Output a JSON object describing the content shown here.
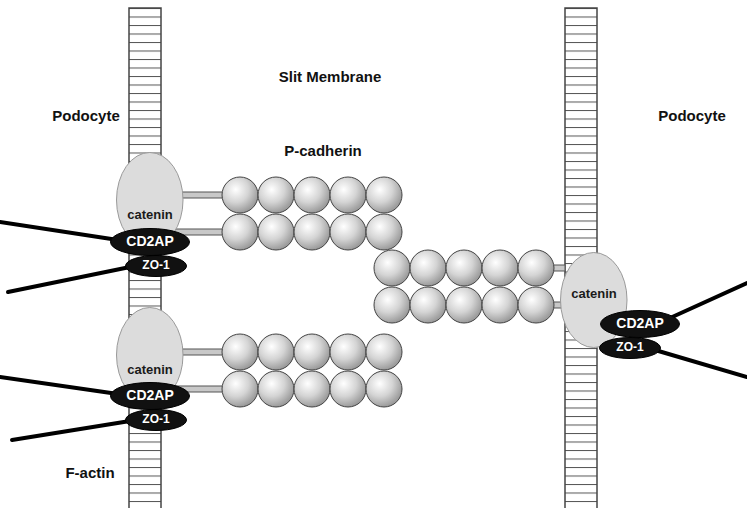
{
  "diagram": {
    "nodes": [
      {
        "text": [
          "catenin"
        ]
      },
      {
        "text": [
          "CD2AP"
        ]
      },
      {
        "text": [
          "ZO-1"
        ]
      },
      {
        "text": [
          "catenin"
        ]
      },
      {
        "text": [
          "CD2AP"
        ]
      },
      {
        "text": [
          "ZO-1"
        ]
      },
      {
        "text": [
          "catenin"
        ]
      },
      {
        "text": [
          "CD2AP"
        ]
      },
      {
        "text": [
          "ZO-1"
        ]
      }
    ],
    "labels": [
      "Podocyte",
      "Slit Membrane",
      "Podocyte",
      "P-cadherin",
      "F-actin"
    ]
  }
}
